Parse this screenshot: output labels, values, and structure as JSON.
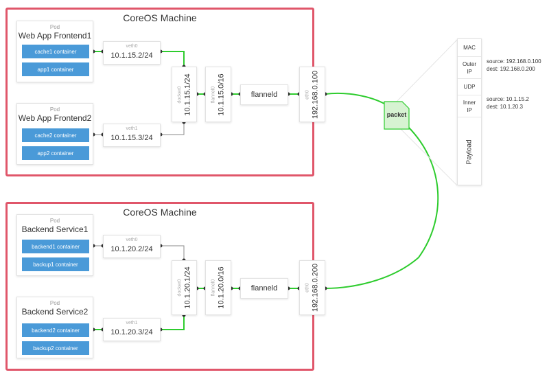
{
  "colors": {
    "machine_border": "#e0566a",
    "container_fill": "#4a9ad8",
    "packet_path": "#2ecc2e",
    "plain_wire": "#888888"
  },
  "machines": [
    {
      "title": "CoreOS Machine",
      "pods": [
        {
          "label": "Pod",
          "name": "Web App Frontend1",
          "containers": [
            "cache1 container",
            "app1 container"
          ]
        },
        {
          "label": "Pod",
          "name": "Web App Frontend2",
          "containers": [
            "cache2 container",
            "app2 container"
          ]
        }
      ],
      "veths": [
        {
          "label": "veth0",
          "ip": "10.1.15.2/24"
        },
        {
          "label": "veth1",
          "ip": "10.1.15.3/24"
        }
      ],
      "docker0": {
        "label": "docker0",
        "ip": "10.1.15.1/24"
      },
      "flannel0": {
        "label": "flannel0",
        "ip": "10.1.15.0/16"
      },
      "flanneld": "flanneld",
      "eth0": {
        "label": "eth0",
        "ip": "192.168.0.100"
      }
    },
    {
      "title": "CoreOS Machine",
      "pods": [
        {
          "label": "Pod",
          "name": "Backend Service1",
          "containers": [
            "backend1 container",
            "backup1 container"
          ]
        },
        {
          "label": "Pod",
          "name": "Backend Service2",
          "containers": [
            "backend2 container",
            "backup2 container"
          ]
        }
      ],
      "veths": [
        {
          "label": "veth0",
          "ip": "10.1.20.2/24"
        },
        {
          "label": "veth1",
          "ip": "10.1.20.3/24"
        }
      ],
      "docker0": {
        "label": "docker0",
        "ip": "10.1.20.1/24"
      },
      "flannel0": {
        "label": "flannel0",
        "ip": "10.1.20.0/16"
      },
      "flanneld": "flanneld",
      "eth0": {
        "label": "eth0",
        "ip": "192.168.0.200"
      }
    }
  ],
  "packet": {
    "label": "packet",
    "stack": [
      {
        "lines": [
          "MAC"
        ]
      },
      {
        "lines": [
          "Outer",
          "IP"
        ]
      },
      {
        "lines": [
          "UDP"
        ]
      },
      {
        "lines": [
          "Inner",
          "IP"
        ]
      },
      {
        "lines": [
          "Payload"
        ]
      }
    ],
    "outer_ip": {
      "source": "source: 192.168.0.100",
      "dest": "dest: 192.168.0.200"
    },
    "inner_ip": {
      "source": "source: 10.1.15.2",
      "dest": "dest: 10.1.20.3"
    }
  }
}
